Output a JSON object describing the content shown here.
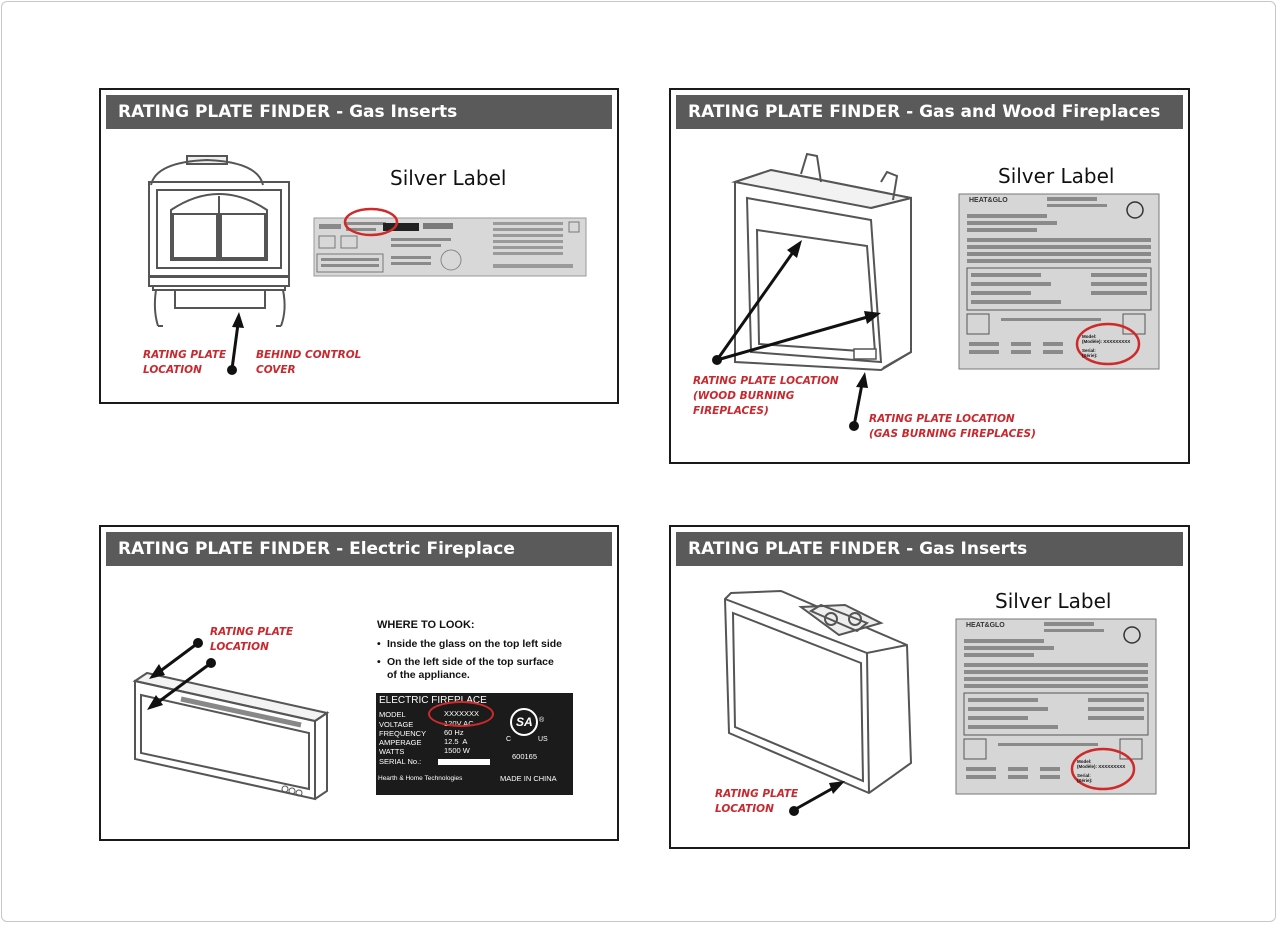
{
  "panels": [
    {
      "header": "RATING PLATE FINDER - Gas Inserts",
      "label_title": "Silver Label",
      "callouts": [
        "RATING PLATE\nLOCATION",
        "BEHIND CONTROL\nCOVER"
      ]
    },
    {
      "header": "RATING PLATE FINDER - Gas and Wood Fireplaces",
      "label_title": "Silver Label",
      "callouts": [
        "RATING PLATE LOCATION\n(WOOD BURNING\nFIREPLACES)",
        "RATING PLATE LOCATION\n(GAS BURNING FIREPLACES)"
      ],
      "plate": {
        "brand": "HEAT&GLO",
        "model_line": "Model:\n(Modèle): XXXXXXXXX",
        "serial_line": "Serial:\n(Série):"
      }
    },
    {
      "header": "RATING PLATE FINDER - Electric Fireplace",
      "callouts": [
        "RATING PLATE\nLOCATION"
      ],
      "where": {
        "title": "WHERE TO LOOK:",
        "items": [
          "Inside the glass on the top left side",
          "On the left side of the top surface\n   of the appliance."
        ]
      },
      "plate": {
        "title": "ELECTRIC FIREPLACE",
        "rows": [
          {
            "k": "MODEL",
            "v": "XXXXXXX"
          },
          {
            "k": "VOLTAGE",
            "v": "120V AC"
          },
          {
            "k": "FREQUENCY",
            "v": "60 Hz"
          },
          {
            "k": "AMPERAGE",
            "v": "12.5  A"
          },
          {
            "k": "WATTS",
            "v": "1500 W"
          },
          {
            "k": "SERIAL No.:",
            "v": ""
          }
        ],
        "csa_mark": "SA",
        "csa_c": "C",
        "csa_us": "US",
        "cert_no": "600165",
        "maker": "Hearth & Home Technologies",
        "origin": "MADE IN CHINA"
      }
    },
    {
      "header": "RATING PLATE FINDER - Gas Inserts",
      "label_title": "Silver Label",
      "callouts": [
        "RATING PLATE\nLOCATION"
      ],
      "plate": {
        "brand": "HEAT&GLO",
        "model_line": "Model:\n(Modèle): XXXXXXXXX",
        "serial_line": "Serial:\n(Série):"
      }
    }
  ],
  "colors": {
    "header_bg": "#5a5a5a",
    "callout": "#c8282e",
    "highlight": "#cf2a2a",
    "plate_bg": "#d6d6d6",
    "plate_bar": "#8a8a8a"
  }
}
